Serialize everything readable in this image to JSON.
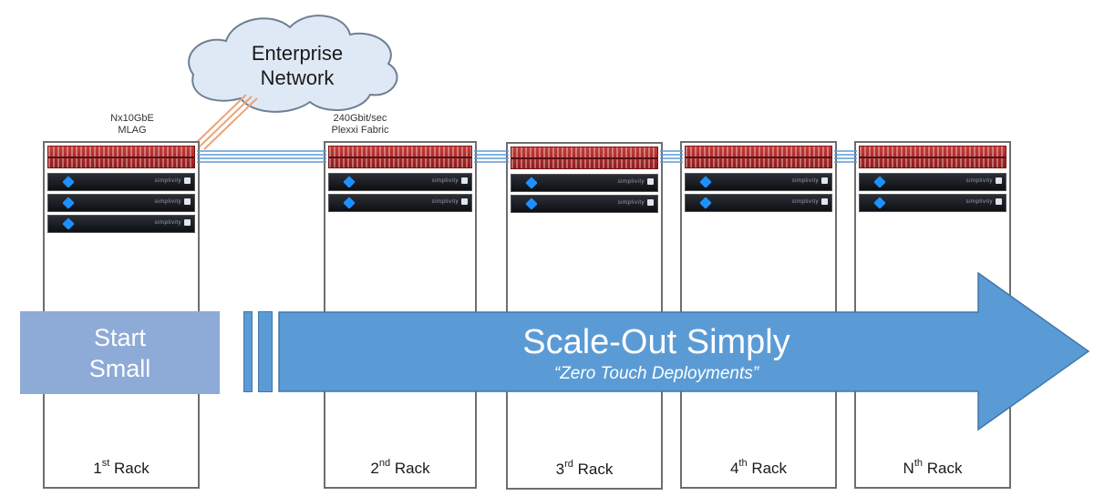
{
  "cloud": {
    "line1": "Enterprise",
    "line2": "Network"
  },
  "uplink_label": {
    "line1": "Nx10GbE",
    "line2": "MLAG"
  },
  "fabric_label": {
    "line1": "240Gbit/sec",
    "line2": "Plexxi Fabric"
  },
  "racks": [
    {
      "ordinal": "1",
      "suffix": "st",
      "word": "Rack",
      "servers": 3
    },
    {
      "ordinal": "2",
      "suffix": "nd",
      "word": "Rack",
      "servers": 2
    },
    {
      "ordinal": "3",
      "suffix": "rd",
      "word": "Rack",
      "servers": 2
    },
    {
      "ordinal": "4",
      "suffix": "th",
      "word": "Rack",
      "servers": 2
    },
    {
      "ordinal": "N",
      "suffix": "th",
      "word": "Rack",
      "servers": 2
    }
  ],
  "server_brand": "simplivity",
  "start_small": {
    "line1": "Start",
    "line2": "Small"
  },
  "scale_out": {
    "title": "Scale-Out Simply",
    "subtitle": "“Zero Touch Deployments”"
  },
  "colors": {
    "arrow_fill": "#5b9bd5",
    "start_box": "#8eaad6",
    "switch": "#b12a2a",
    "fabric_line": "#5b9bd5",
    "uplink": "#e8a57a"
  }
}
